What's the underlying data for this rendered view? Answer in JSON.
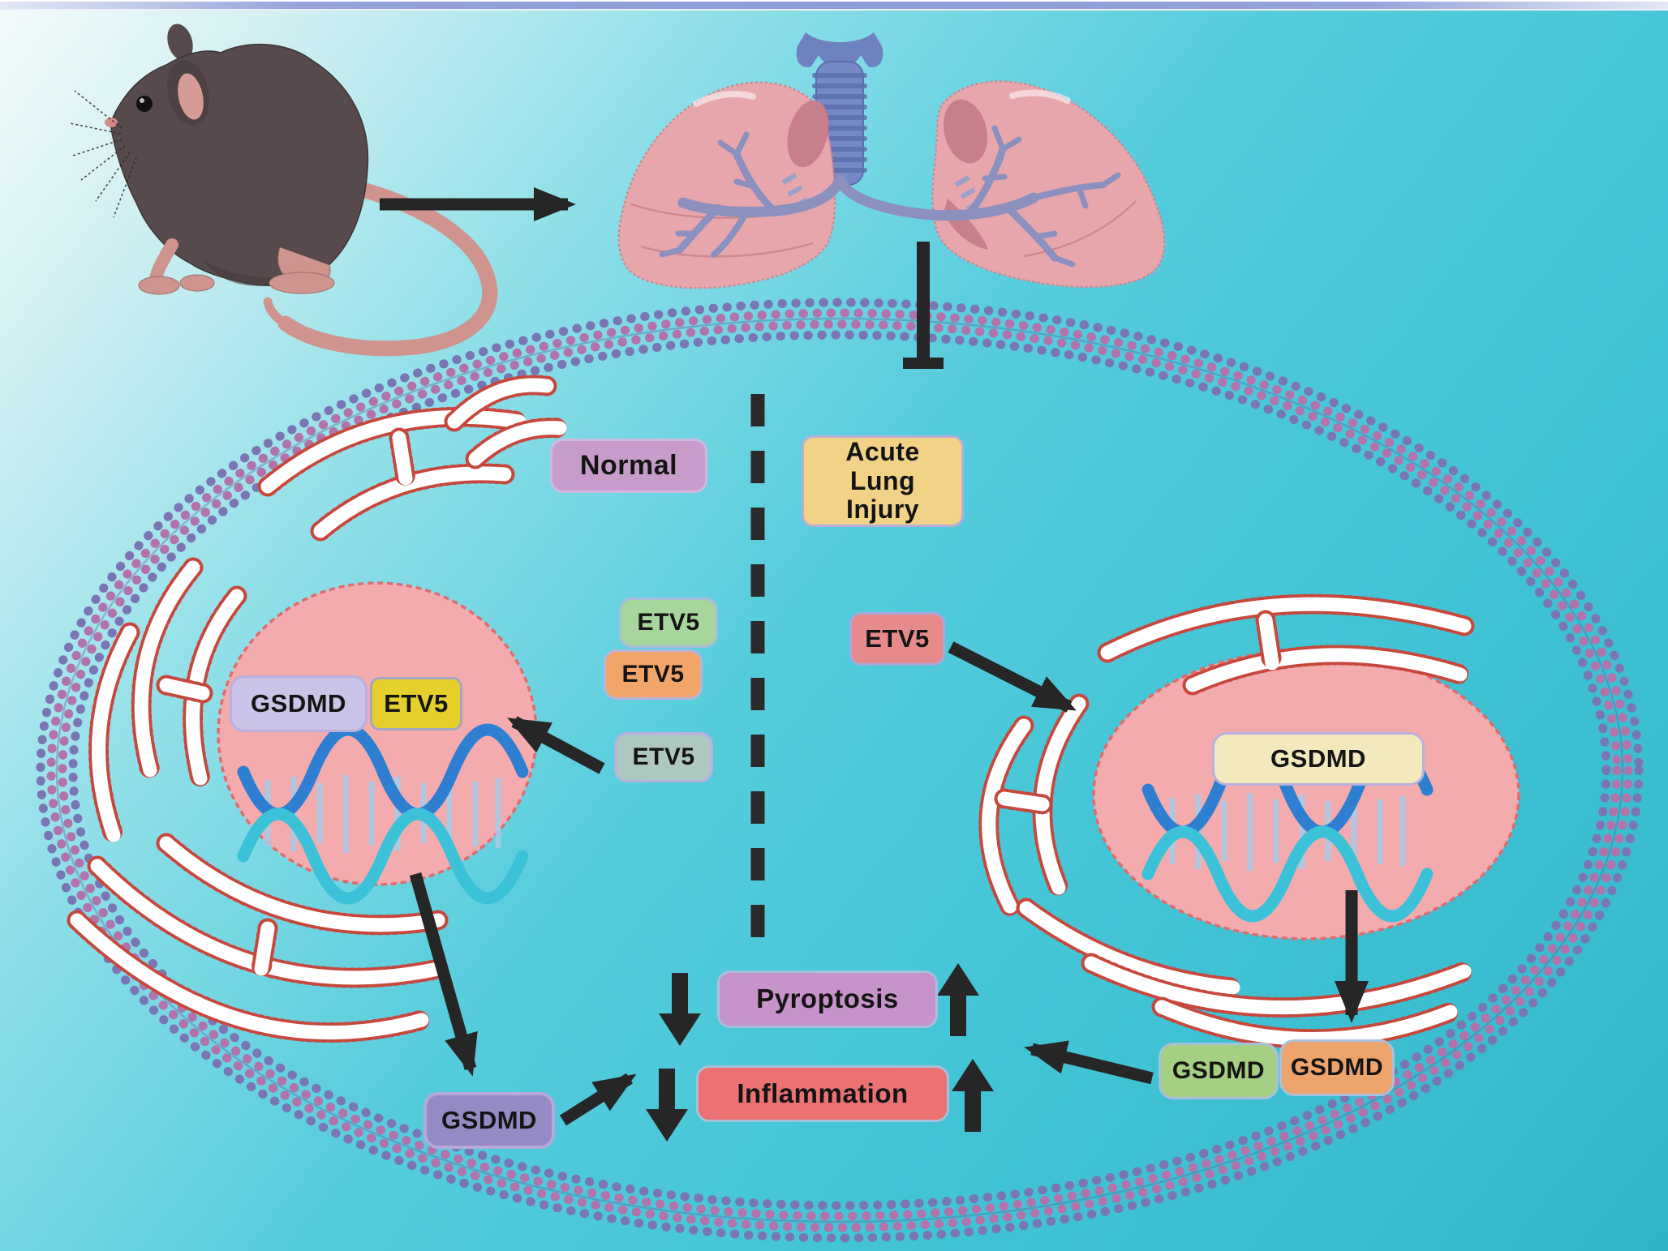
{
  "figure": {
    "left_condition": "Normal",
    "right_condition": "Acute Lung Injury",
    "organism": "mouse",
    "organ": "lungs"
  },
  "molecules": {
    "gsdmd_nucleus_left": {
      "label": "GSDMD",
      "color": "#cac5e8"
    },
    "etv5_nucleus_left": {
      "label": "ETV5",
      "color": "#e5d02b"
    },
    "etv5_free_green": {
      "label": "ETV5",
      "color": "#a6d69b"
    },
    "etv5_free_orange": {
      "label": "ETV5",
      "color": "#f1a568"
    },
    "etv5_free_gray": {
      "label": "ETV5",
      "color": "#aec7c1"
    },
    "etv5_injury": {
      "label": "ETV5",
      "color": "#e68a8c"
    },
    "gsdmd_nucleus_right": {
      "label": "GSDMD",
      "color": "#f3e9bd"
    },
    "gsdmd_cyto_left": {
      "label": "GSDMD",
      "color": "#968ac4"
    },
    "gsdmd_cyto_green": {
      "label": "GSDMD",
      "color": "#a5cf83"
    },
    "gsdmd_cyto_orange": {
      "label": "GSDMD",
      "color": "#eda36c"
    }
  },
  "outcomes": {
    "pyroptosis": {
      "label": "Pyroptosis",
      "color": "#c793cb",
      "normal_side": "down",
      "injury_side": "up"
    },
    "inflammation": {
      "label": "Inflammation",
      "color": "#ec7173",
      "normal_side": "down",
      "injury_side": "up"
    }
  },
  "condition_boxes": {
    "normal_color": "#c79ccb",
    "injury_color": "#f1d287"
  },
  "palette": {
    "background_teal": "#43c5d6",
    "top_bar": "#8c9dd6",
    "membrane_purple": "#7a76b4",
    "membrane_pink": "#b273ab",
    "nucleus_pink": "#f4abad",
    "nucleus_border_red": "#de6b6d",
    "er_red": "#c7473c",
    "dna_blue": "#2e7fd2",
    "dna_cyan": "#3cc2d8",
    "arrow_black": "#262626",
    "lung_pink": "#e7a6ab",
    "trachea_blue": "#7689c5",
    "mouse_fur": "#564a4c",
    "mouse_skin": "#cf948e"
  }
}
